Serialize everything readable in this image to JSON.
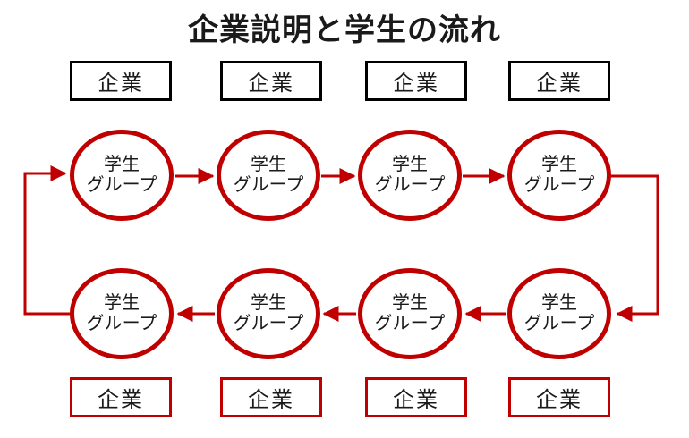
{
  "title": "企業説明と学生の流れ",
  "colors": {
    "accent_red": "#c00000",
    "text_black": "#1a1a1a",
    "company_top_border": "#000000",
    "company_bottom_border": "#c00000",
    "background": "#ffffff"
  },
  "top_companies": [
    {
      "label": "企業"
    },
    {
      "label": "企業"
    },
    {
      "label": "企業"
    },
    {
      "label": "企業"
    }
  ],
  "top_student_groups": [
    {
      "line1": "学生",
      "line2": "グループ"
    },
    {
      "line1": "学生",
      "line2": "グループ"
    },
    {
      "line1": "学生",
      "line2": "グループ"
    },
    {
      "line1": "学生",
      "line2": "グループ"
    }
  ],
  "bottom_student_groups": [
    {
      "line1": "学生",
      "line2": "グループ"
    },
    {
      "line1": "学生",
      "line2": "グループ"
    },
    {
      "line1": "学生",
      "line2": "グループ"
    },
    {
      "line1": "学生",
      "line2": "グループ"
    }
  ],
  "bottom_companies": [
    {
      "label": "企業"
    },
    {
      "label": "企業"
    },
    {
      "label": "企業"
    },
    {
      "label": "企業"
    }
  ],
  "flow": {
    "top_row_direction": "left-to-right",
    "bottom_row_direction": "right-to-left",
    "right_side_connector": "top-right circle down to bottom-right circle",
    "left_side_connector": "bottom-left circle up to top-left circle"
  }
}
